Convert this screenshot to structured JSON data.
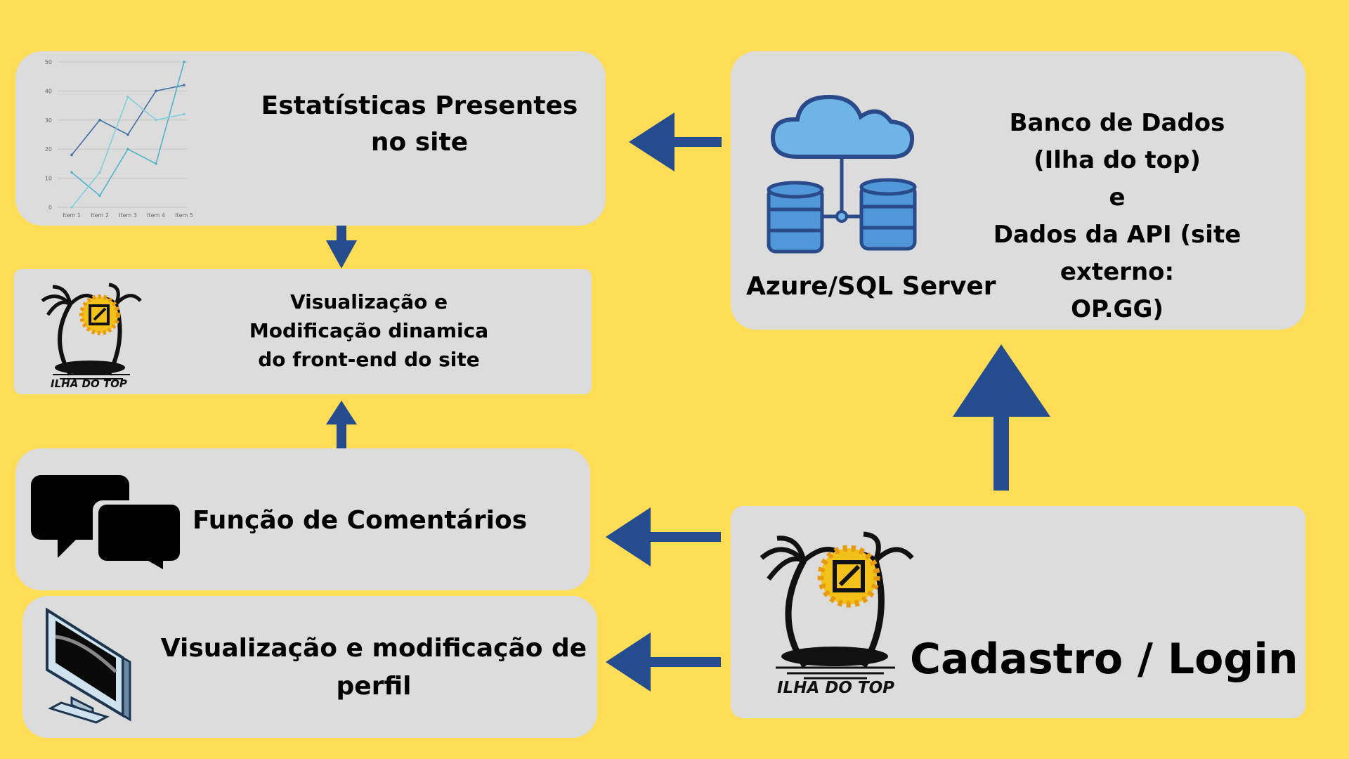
{
  "colors": {
    "background": "#FFDD57",
    "box": "#DCDCDC",
    "arrow": "#244C8F",
    "cloud": "#6FB4E6",
    "database": "#4F97D8",
    "outline": "#2A4A8A"
  },
  "statistics": {
    "title": "Estatísticas Presentes\nno site",
    "chart_data": {
      "type": "line",
      "categories": [
        "Item 1",
        "Item 2",
        "Item 3",
        "Item 4",
        "Item 5"
      ],
      "ylim": [
        0,
        50
      ],
      "yticks": [
        "0",
        "10",
        "20",
        "30",
        "40",
        "50"
      ],
      "grid": true,
      "series": [
        {
          "color": "#3F6FA6",
          "values": [
            18,
            30,
            25,
            40,
            42
          ]
        },
        {
          "color": "#4FB3C8",
          "values": [
            12,
            4,
            20,
            15,
            50
          ]
        },
        {
          "color": "#7FD0DA",
          "values": [
            0,
            12,
            38,
            30,
            32
          ]
        }
      ]
    }
  },
  "frontend": {
    "title": "Visualização e\nModificação dinamica\ndo front-end do site",
    "logo_text": "ILHA DO TOP"
  },
  "comments": {
    "title": "Função de Comentários",
    "icon": "chat-bubbles-icon"
  },
  "profile": {
    "title": "Visualização e modificação de\nperfil",
    "icon": "monitor-icon"
  },
  "database": {
    "title": "Banco de Dados\n(Ilha do top)\ne\nDados da API (site externo:\nOP.GG)",
    "server_label": "Azure/SQL Server",
    "icon": "cloud-database-icon"
  },
  "login": {
    "title": "Cadastro / Login",
    "logo_text": "ILHA DO TOP"
  }
}
